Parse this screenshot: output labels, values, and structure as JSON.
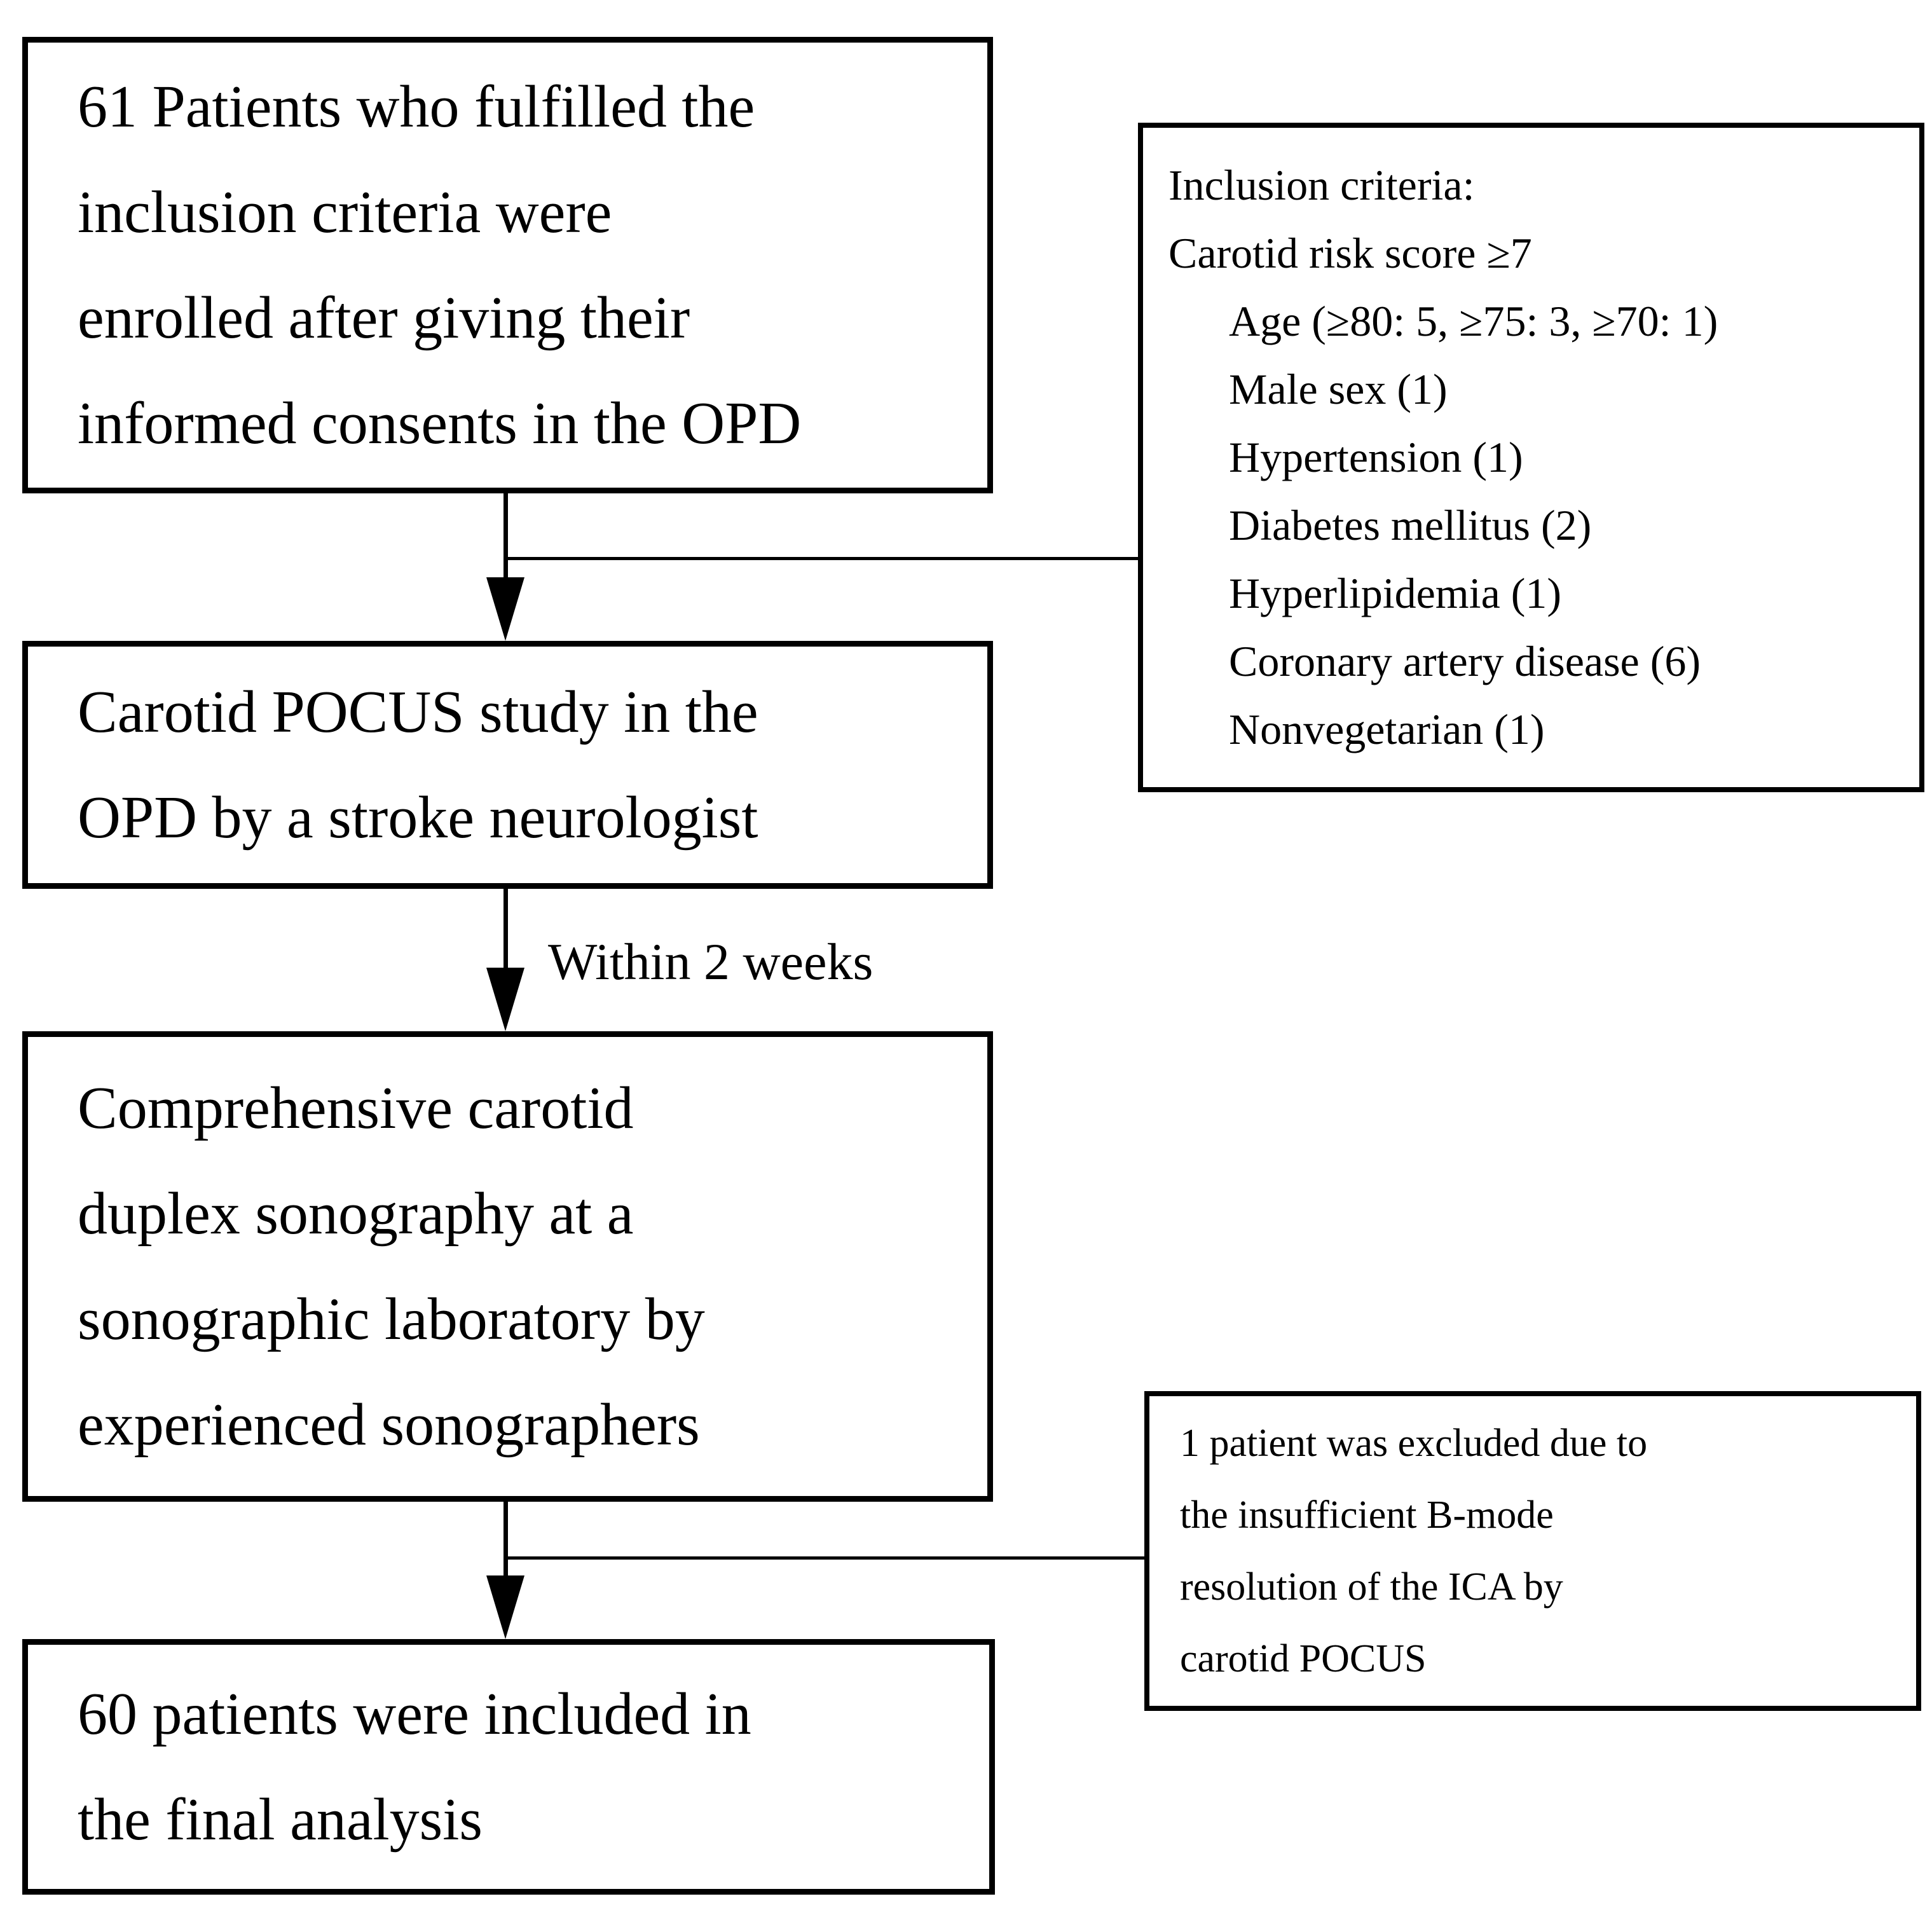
{
  "figure": {
    "type": "study-flow-diagram",
    "background_color": "#ffffff",
    "line_color": "#000000"
  },
  "flow_boxes": {
    "enrollment": {
      "lines": [
        "61 Patients who fulfilled the",
        "inclusion criteria were",
        "enrolled after giving their",
        "informed consents in the OPD"
      ]
    },
    "pocus": {
      "lines": [
        "Carotid POCUS study in the",
        "OPD by a stroke neurologist"
      ]
    },
    "duplex": {
      "lines": [
        "Comprehensive carotid",
        "duplex sonography at a",
        "sonographic laboratory by",
        "experienced sonographers"
      ]
    },
    "final_analysis": {
      "lines": [
        "60 patients were included in",
        "the final analysis"
      ]
    }
  },
  "side_boxes": {
    "inclusion_criteria": {
      "lines": [
        "Inclusion criteria:",
        "Carotid risk score ≥7",
        "Age (≥80: 5, ≥75: 3, ≥70: 1)",
        "Male sex (1)",
        "Hypertension (1)",
        "Diabetes mellitus (2)",
        "Hyperlipidemia (1)",
        "Coronary artery disease (6)",
        "Nonvegetarian (1)"
      ]
    },
    "exclusion": {
      "lines": [
        "1 patient was excluded due to",
        "the insufficient B-mode",
        "resolution of the ICA by",
        "carotid POCUS"
      ]
    }
  },
  "labels": {
    "between_pocus_and_duplex": "Within 2 weeks"
  }
}
